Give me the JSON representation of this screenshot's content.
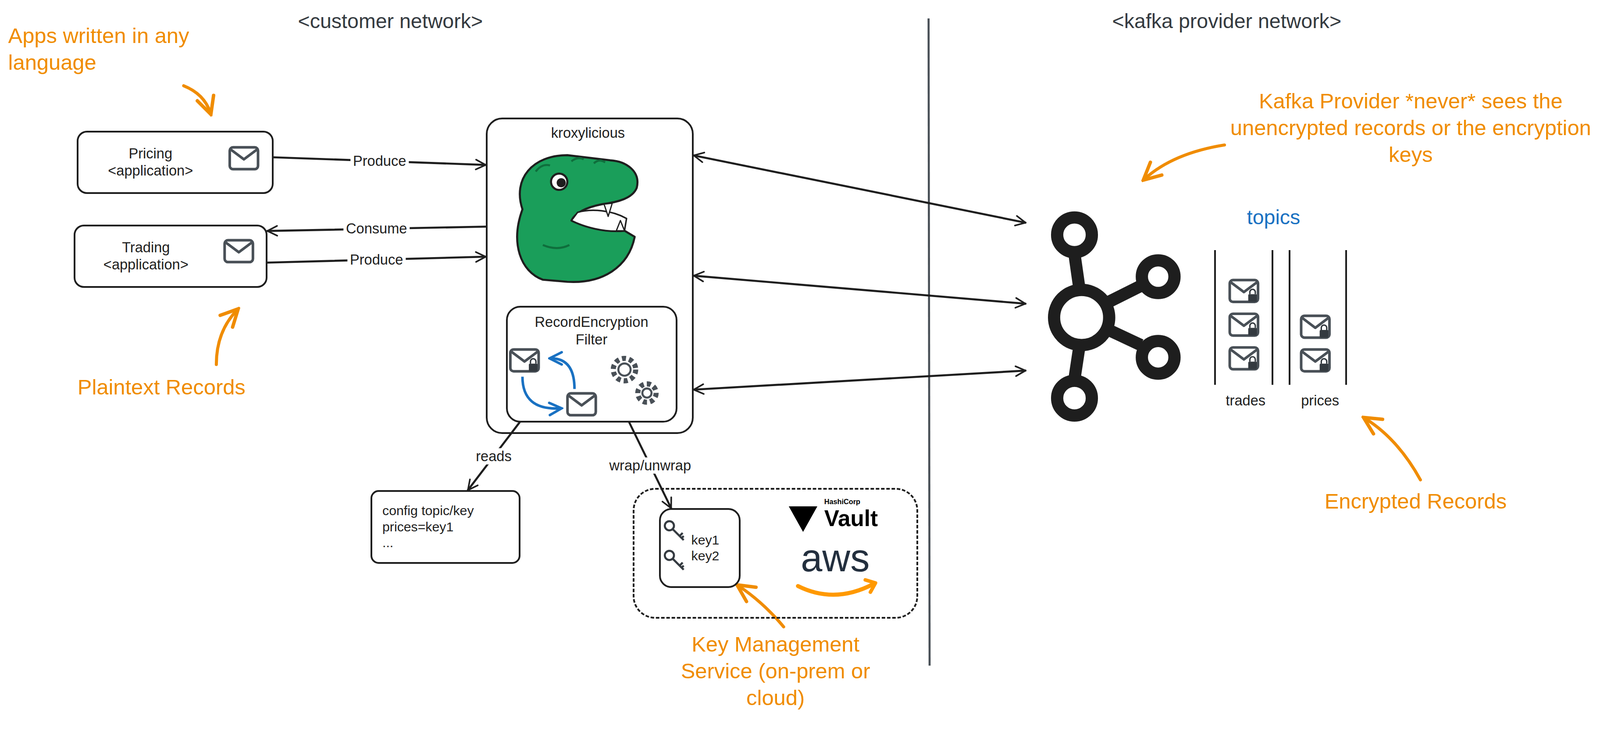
{
  "diagram": {
    "nodes": [
      {
        "text": [
          "Pricing <application>"
        ]
      },
      {
        "text": [
          "Trading <application>"
        ]
      },
      {
        "text": [
          "kroxylicious"
        ]
      },
      {
        "text": [
          "RecordEncryption Filter"
        ],
        "in": 2
      },
      {
        "text": [
          "config topic/key",
          "prices=key1",
          "..."
        ]
      },
      {
        "text": [
          "HashiCorp",
          "Vault",
          "aws"
        ]
      },
      {
        "text": [
          "key1",
          "key2"
        ],
        "in": 5
      },
      {
        "text": [
          "topics"
        ]
      },
      {
        "text": [
          "trades"
        ],
        "in": 7
      },
      {
        "text": [
          "prices"
        ],
        "in": 7
      }
    ],
    "edges": [
      {
        "from": 0,
        "to": 2,
        "label": "Produce",
        "arrow": "to"
      },
      {
        "from": 2,
        "to": 1,
        "label": "Consume",
        "arrow": "to"
      },
      {
        "from": 1,
        "to": 2,
        "label": "Produce",
        "arrow": "to"
      },
      {
        "from": 2,
        "to": 7,
        "arrow": "both"
      },
      {
        "from": 2,
        "to": 7,
        "arrow": "both"
      },
      {
        "from": 2,
        "to": 7,
        "arrow": "both"
      },
      {
        "from": 3,
        "to": 4,
        "label": "reads",
        "arrow": "to"
      },
      {
        "from": 3,
        "to": 6,
        "label": "wrap/unwrap",
        "arrow": "to"
      }
    ],
    "labels": [
      "<customer network>",
      "<kafka provider network>",
      "Apps written in any language",
      "Kafka Provider *never* sees the unencrypted records or the encryption keys",
      "Plaintext Records",
      "Encrypted Records",
      "Key Management Service (on-prem or cloud)"
    ]
  }
}
